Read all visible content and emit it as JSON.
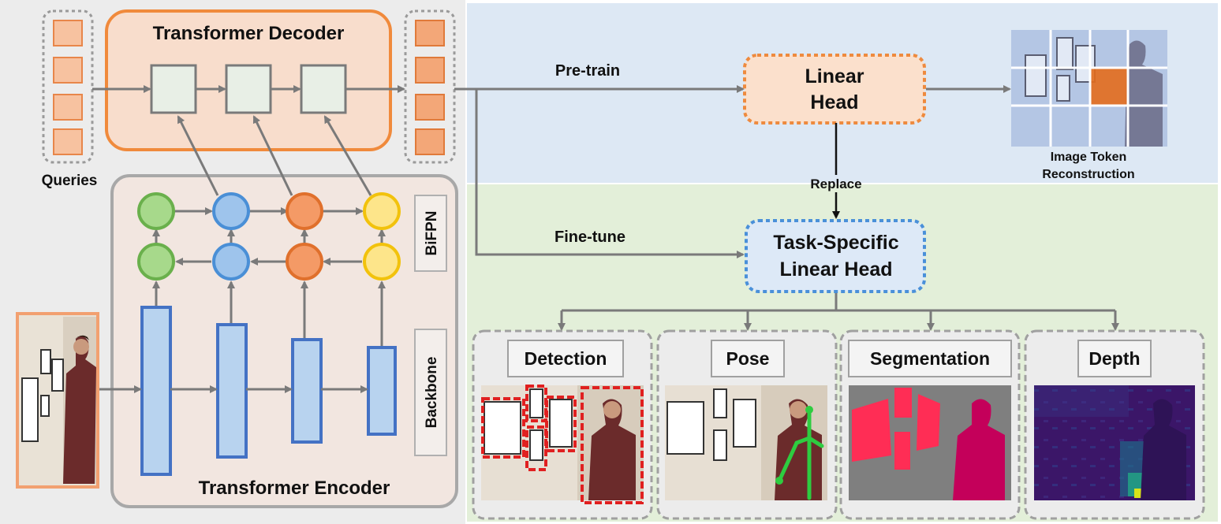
{
  "decoder": {
    "title": "Transformer Decoder"
  },
  "queries": {
    "label": "Queries"
  },
  "encoder": {
    "title": "Transformer Encoder",
    "bifpn_label": "BiFPN",
    "backbone_label": "Backbone"
  },
  "flow": {
    "pretrain_label": "Pre-train",
    "finetune_label": "Fine-tune",
    "replace_label": "Replace"
  },
  "linear_head": {
    "line1": "Linear",
    "line2": "Head"
  },
  "task_head": {
    "line1": "Task-Specific",
    "line2": "Linear Head"
  },
  "reconstruction": {
    "line1": "Image Token",
    "line2": "Reconstruction"
  },
  "tasks": [
    {
      "label": "Detection"
    },
    {
      "label": "Pose"
    },
    {
      "label": "Segmentation"
    },
    {
      "label": "Depth"
    }
  ],
  "colors": {
    "decoder_border": "#f08a3c",
    "query_fill": "#f7c2a0",
    "output_fill": "#f3a778",
    "pretrain_bg": "#dde8f4",
    "finetune_bg": "#e3efd9",
    "left_bg": "#ececec",
    "encoder_fill": "#f2e6e0",
    "green_node": "#8ecf6e",
    "blue_node": "#8db8e6",
    "orange_node": "#f08a50",
    "yellow_node": "#fde27a",
    "backbone_fill": "#b8d3ef",
    "backbone_border": "#4472c4",
    "detection_box": "#e02020",
    "pose_skeleton": "#2ecc40",
    "seg_object": "#ff2d55",
    "depth_bg": "#3a1466"
  },
  "icons": [
    "photo-thumbnail",
    "detection-output",
    "pose-output",
    "segmentation-output",
    "depth-output",
    "masked-token-grid"
  ]
}
